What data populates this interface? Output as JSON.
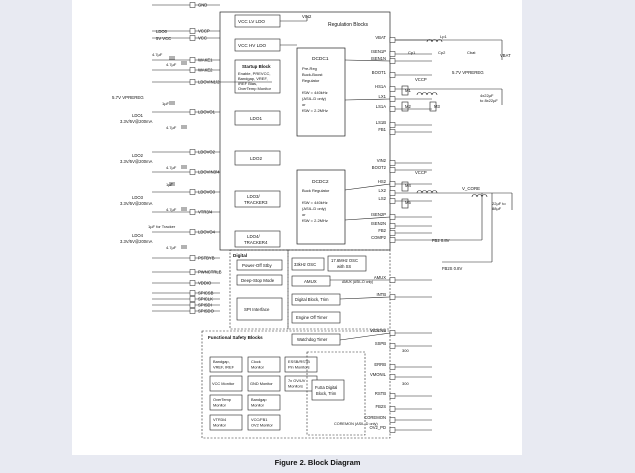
{
  "figure": {
    "caption": "Figure 2. Block Diagram"
  },
  "regulation_blocks": {
    "title": "Regulation Blocks",
    "vcc_lv_ldo": "VCC LV LDO",
    "vcc_hv_ldo": "VCC HV LDO",
    "startup_block": {
      "title": "Startup Block",
      "lines": [
        "Enable, PREVCC,",
        "Bandgap, VREF,",
        "IREF Bias,",
        "OverTemp Monitor"
      ]
    },
    "ldo1": "LDO1",
    "ldo2": "LDO2",
    "ldo3": [
      "LDO3/",
      "TRACKER3"
    ],
    "ldo4": [
      "LDO4/",
      "TRACKER4"
    ]
  },
  "dcdc1": {
    "title": "DCDC1",
    "lines": [
      "Pre-Reg",
      "Buck-Boost",
      "Regulator",
      "",
      "fSW = 440kHz",
      "(ASIL-D only)",
      "or",
      "fSW = 2.2MHz"
    ]
  },
  "dcdc2": {
    "title": "DCDC2",
    "lines": [
      "Buck Regulator",
      "",
      "fSW = 440kHz",
      "(ASIL-D only)",
      "or",
      "fSW = 2.2MHz"
    ]
  },
  "digital": {
    "title": "Digital",
    "power_off_stby": "Power-Off Stby",
    "deep_stop_mode": "Deep-Stop Mode",
    "spi_interface": "SPI Interface",
    "osc_33": "33kHz OSC",
    "osc_17": [
      "17.6MHz OSC",
      "with SS"
    ],
    "amux": "AMUX",
    "digital_block_trim": "Digital Block, Trim",
    "engine_off_timer": "Engine Off Timer"
  },
  "functional_safety": {
    "title": "Functional Safety Blocks",
    "watchdog_timer": "Watchdog Timer",
    "bandgap": [
      "Bandgap,",
      "VREF, IREF"
    ],
    "clock_monitor": [
      "Clock",
      "Monitor"
    ],
    "essb_monitors": [
      "ESSB/RSTB",
      "Pin Monitors"
    ],
    "vcc_monitor": "VCC Monitor",
    "gnd_monitor": "GND Monitor",
    "ov_uv_monitors": [
      "7x OV/UV",
      "Monitors"
    ],
    "overtemp_monitor": [
      "OverTemp",
      "Monitor"
    ],
    "bandgap_monitor": [
      "Bandgap",
      "Monitor"
    ],
    "fusa_digital": [
      "FuSa Digital",
      "Block, Trim"
    ],
    "vtr34_monitor": [
      "VTR3/4",
      "Monitor"
    ],
    "vccfb_monitor": [
      "VCC/FB1",
      "OV2 Monitor"
    ]
  },
  "left_pins": [
    "GND",
    "VCCP",
    "VCC",
    "WAKE1",
    "WAKE2",
    "LDOVIN1/2",
    "LDOVO1",
    "LDOVO2",
    "LDOVIN3/4",
    "LDOVO3",
    "VTR3/4",
    "LDOVO4",
    "PSTBYB",
    "PWNCTRLB",
    "VDDIO",
    "SPICSB",
    "SPICLK",
    "SPISDI",
    "SPISDO"
  ],
  "right_pins": [
    "VBAT",
    "ISEN1P",
    "ISEN1N",
    "BOOT1",
    "HS1A",
    "LX1",
    "LS1A",
    "LS1B",
    "FB1",
    "VIN2",
    "BOOT2",
    "HS2",
    "LX2",
    "LS2",
    "ISEN2P",
    "ISEN2N",
    "FB2",
    "COMP2",
    "AMUX",
    "INTB",
    "WDENB",
    "SSPB",
    "ERRB",
    "VMONIL",
    "RSTB",
    "FB2S",
    "COREMON",
    "OV2_PD"
  ],
  "left_labels": {
    "ldo0": "LDO0",
    "vcc5": "5V VCC",
    "cap_47_a": "4.7µF",
    "cap_47_b": "4.7µF",
    "vpreg_in": "5.7V VPREREG",
    "cap_1": "1µF",
    "ldo1": [
      "LDO1",
      "3.3V/5V@200mA"
    ],
    "cap_47_c": "4.7µF",
    "ldo2": [
      "LDO2",
      "3.3V/5V@200mA"
    ],
    "cap_47_d": "4.7µF",
    "cap_1_b": "1µF",
    "ldo3": [
      "LDO3",
      "3.3V/5V@200mA"
    ],
    "cap_47_e": "4.7µF",
    "cap_tracker": "1µF for Tracker",
    "ldo4": [
      "LDO4",
      "3.3V/5V@200mA"
    ],
    "cap_47_f": "4.7µF"
  },
  "right_labels": {
    "vin2": "VIN2",
    "vbat": "VBAT",
    "vccp_1": "VCCP",
    "vccp_2": "VCCP",
    "lp1": "Lp1",
    "cp1": "Cp1",
    "cp2": "Cp2",
    "cbat": "Cbat",
    "vpreg_out": "5.7V VPREREG",
    "cap_pre": [
      "4x22µF",
      "to 8x22µF"
    ],
    "m1": "M1",
    "m2": "M2",
    "m3": "M3",
    "m4": "M4",
    "m5": "M5",
    "v_core": "V_CORE",
    "cap_core": [
      "22µF to",
      "88µF"
    ],
    "fb2": "FB2 0.8V",
    "fb2s": "FB2S 0.8V",
    "r_300a": "300",
    "r_300b": "300",
    "amux_only": "AMUX (ASIL-D only)",
    "coremon_only": "COREMON (ASIL-D only)"
  }
}
